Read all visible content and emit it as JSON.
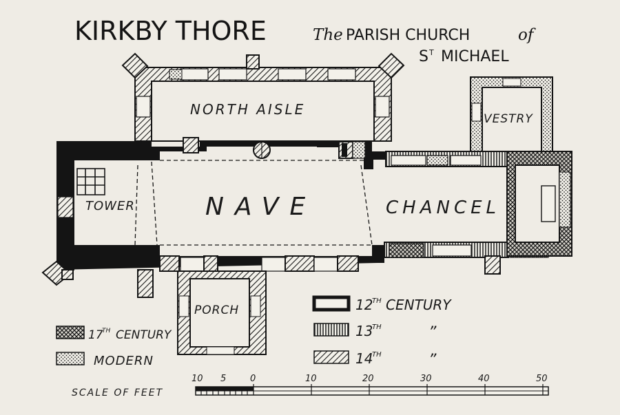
{
  "title": {
    "main": "KIRKBY THORE",
    "sub_italic": "The",
    "sub_main": "PARISH CHURCH",
    "sub_of": "of",
    "saint_prefix": "S",
    "saint_sup": "T",
    "saint_name": "MICHAEL"
  },
  "rooms": {
    "north_aisle": "NORTH AISLE",
    "vestry": "VESTRY",
    "tower": "TOWER",
    "nave": "NAVE",
    "chancel": "CHANCEL",
    "porch": "PORCH"
  },
  "legend": {
    "c12": {
      "num": "12",
      "sup": "TH",
      "text": "CENTURY"
    },
    "c13": {
      "num": "13",
      "sup": "TH",
      "ditto": "”"
    },
    "c14": {
      "num": "14",
      "sup": "TH",
      "ditto": "”"
    },
    "c17": {
      "num": "17",
      "sup": "TH",
      "text": "CENTURY"
    },
    "modern": "MODERN"
  },
  "scale": {
    "label": "SCALE OF FEET",
    "ticks": [
      "10",
      "5",
      "0",
      "10",
      "20",
      "30",
      "40",
      "50"
    ]
  }
}
